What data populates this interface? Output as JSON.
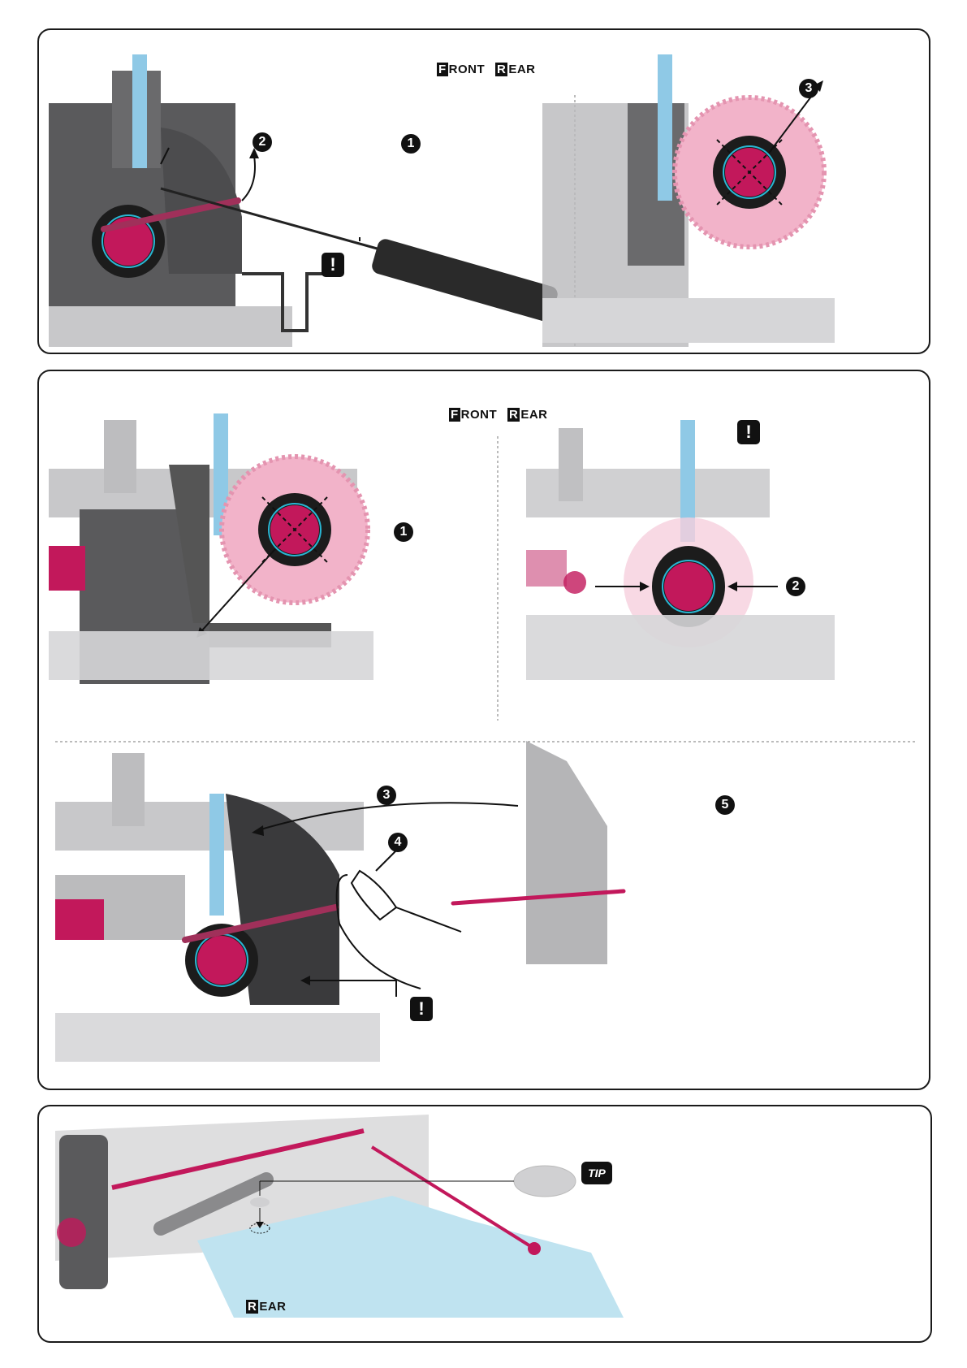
{
  "colors": {
    "frame": "#1a1a1a",
    "metal_dark": "#58585a",
    "metal_light": "#bdbdbf",
    "pink": "#c2185b",
    "pink_light": "#f2b3c9",
    "blue_plate": "#bfe3f0",
    "blue_tool": "#8fc9e6",
    "cyan_ring": "#29b6d3"
  },
  "panel1": {
    "front_label": {
      "initial": "F",
      "rest": "RONT"
    },
    "rear_label": {
      "initial": "R",
      "rest": "EAR"
    },
    "step1": "1",
    "step2": "2",
    "step3": "3",
    "warning": "!"
  },
  "panel2": {
    "front_label": {
      "initial": "F",
      "rest": "RONT"
    },
    "rear_label": {
      "initial": "R",
      "rest": "EAR"
    },
    "step1": "1",
    "step2": "2",
    "step3": "3",
    "step4": "4",
    "step5": "5",
    "warning_top": "!",
    "warning_bottom": "!"
  },
  "panel3": {
    "tip": "TIP",
    "rear_label": {
      "initial": "R",
      "rest": "EAR"
    }
  }
}
